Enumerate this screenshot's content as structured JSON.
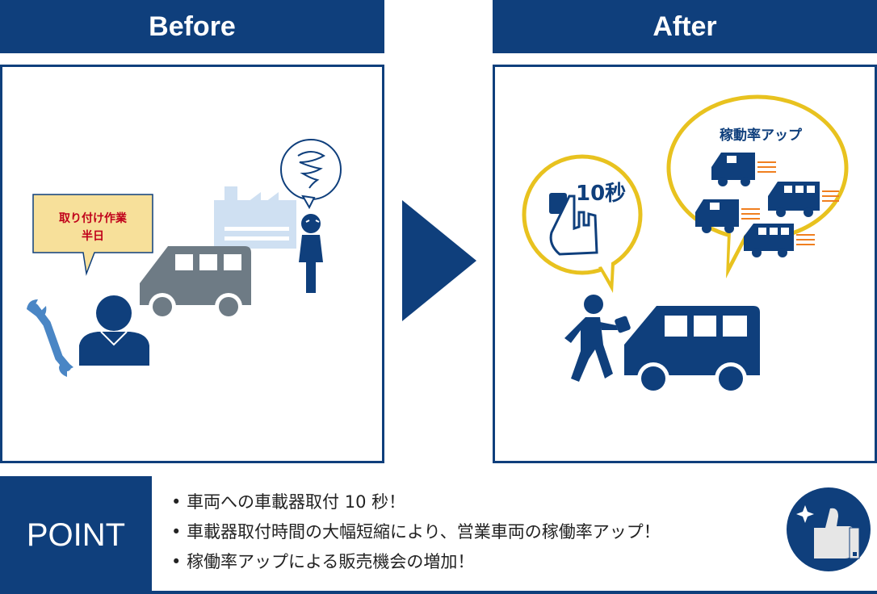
{
  "before": {
    "title": "Before",
    "callout_line1": "取り付け作業",
    "callout_line2": "半日"
  },
  "after": {
    "title": "After",
    "time_label": "10秒",
    "uptime_label": "稼動率アップ"
  },
  "point": {
    "label": "POINT",
    "items": [
      "車両への車載器取付 10 秒！",
      "車載器取付時間の大幅短縮により、営業車両の稼働率アップ！",
      "稼働率アップによる販売機会の増加！"
    ]
  },
  "colors": {
    "navy": "#0f3f7c",
    "gray_van": "#6e7b85",
    "light_building": "#cfe0f2",
    "callout_fill": "#f7e09a",
    "callout_text": "#c0001a",
    "wrench": "#4a86c5",
    "yellow": "#e8c21f",
    "speed_lines": "#f07f1f"
  },
  "icons": [
    "wrench-icon",
    "worker-icon",
    "van-icon",
    "building-icon",
    "stressed-person-icon",
    "swirl-thought-icon",
    "play-arrow-icon",
    "hand-device-icon",
    "walking-person-icon",
    "thumbs-up-icon",
    "sparkle-icon"
  ]
}
